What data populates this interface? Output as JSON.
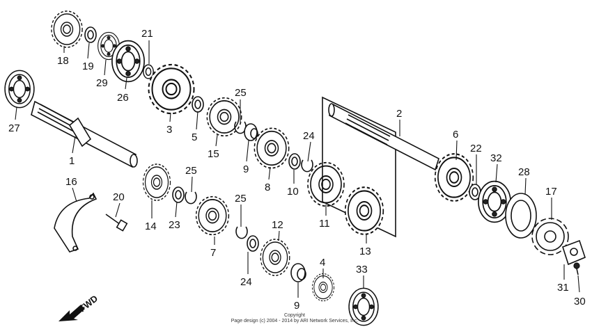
{
  "diagram": {
    "callouts": [
      {
        "id": "18",
        "label": "18"
      },
      {
        "id": "19",
        "label": "19"
      },
      {
        "id": "29",
        "label": "29"
      },
      {
        "id": "21",
        "label": "21"
      },
      {
        "id": "26",
        "label": "26"
      },
      {
        "id": "3",
        "label": "3"
      },
      {
        "id": "27",
        "label": "27"
      },
      {
        "id": "1",
        "label": "1"
      },
      {
        "id": "5",
        "label": "5"
      },
      {
        "id": "15",
        "label": "15"
      },
      {
        "id": "25a",
        "label": "25"
      },
      {
        "id": "9a",
        "label": "9"
      },
      {
        "id": "8",
        "label": "8"
      },
      {
        "id": "24a",
        "label": "24"
      },
      {
        "id": "10",
        "label": "10"
      },
      {
        "id": "11",
        "label": "11"
      },
      {
        "id": "2",
        "label": "2"
      },
      {
        "id": "6",
        "label": "6"
      },
      {
        "id": "22",
        "label": "22"
      },
      {
        "id": "32",
        "label": "32"
      },
      {
        "id": "28",
        "label": "28"
      },
      {
        "id": "17",
        "label": "17"
      },
      {
        "id": "16",
        "label": "16"
      },
      {
        "id": "20",
        "label": "20"
      },
      {
        "id": "14",
        "label": "14"
      },
      {
        "id": "23",
        "label": "23"
      },
      {
        "id": "25b",
        "label": "25"
      },
      {
        "id": "7",
        "label": "7"
      },
      {
        "id": "25c",
        "label": "25"
      },
      {
        "id": "12",
        "label": "12"
      },
      {
        "id": "24b",
        "label": "24"
      },
      {
        "id": "13",
        "label": "13"
      },
      {
        "id": "4",
        "label": "4"
      },
      {
        "id": "9b",
        "label": "9"
      },
      {
        "id": "33",
        "label": "33"
      },
      {
        "id": "31",
        "label": "31"
      },
      {
        "id": "30",
        "label": "30"
      }
    ],
    "fwd_label": "FWD",
    "copyright_line1": "Copyright",
    "copyright_line2": "Page design (c) 2004 - 2014 by ARI Network Services, Inc."
  }
}
